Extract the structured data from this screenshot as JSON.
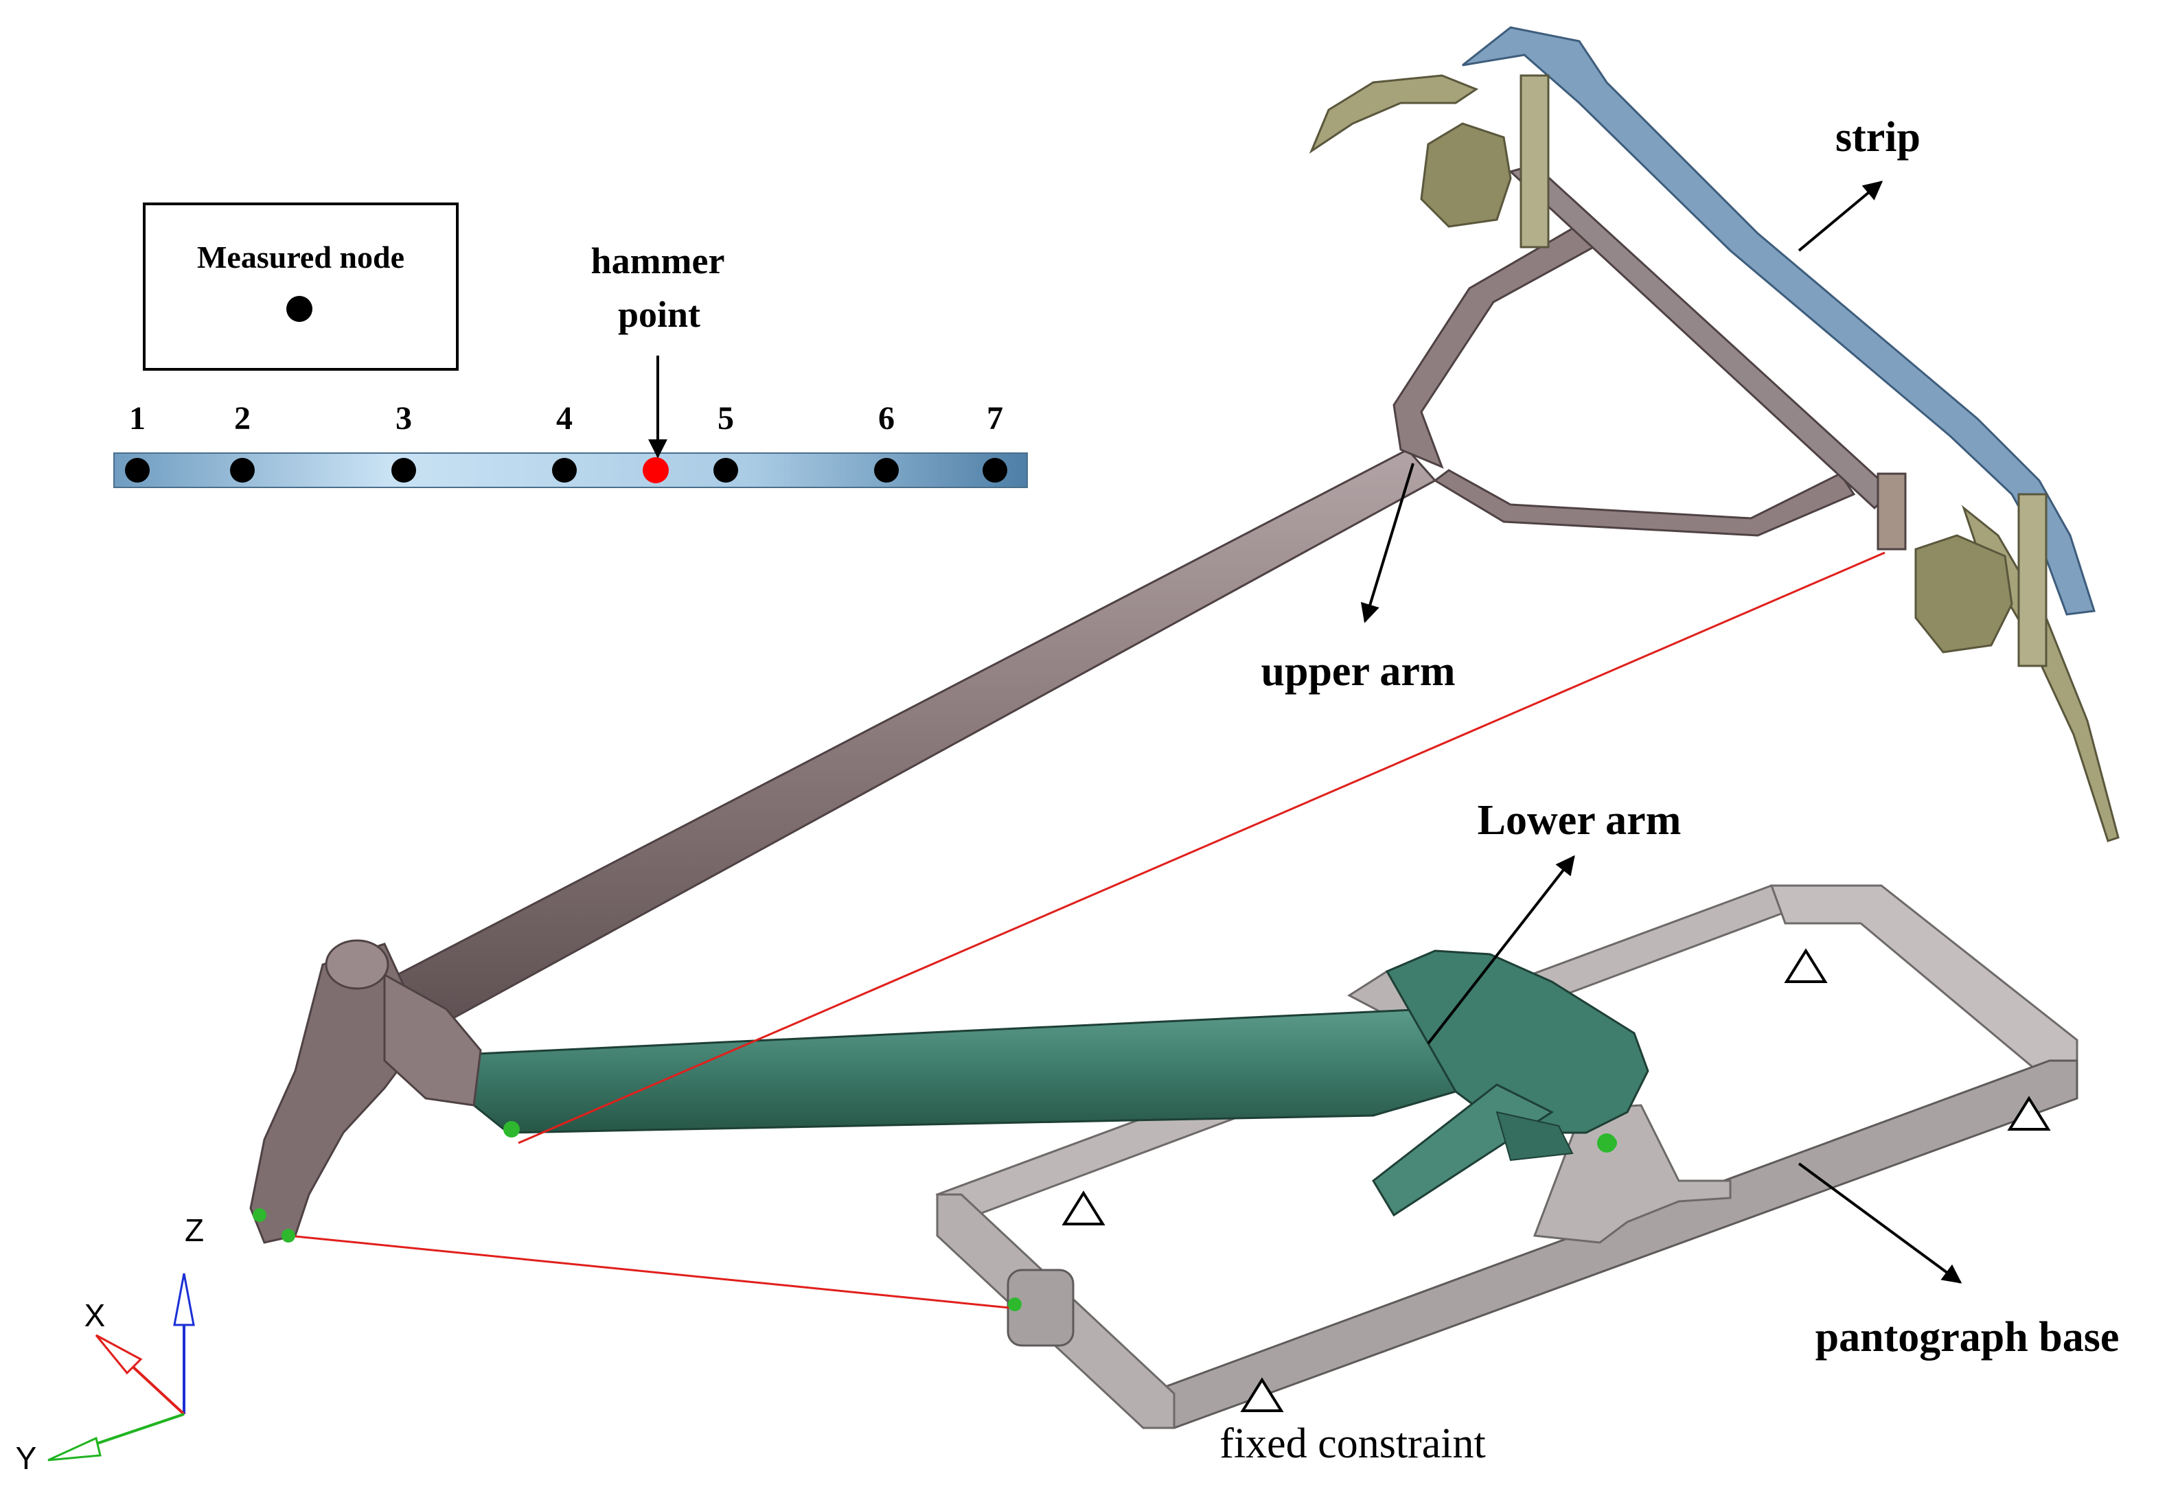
{
  "legend": {
    "title": "Measured node"
  },
  "strip_diagram": {
    "hammer_label_line1": "hammer",
    "hammer_label_line2": "point",
    "nodes": [
      "1",
      "2",
      "3",
      "4",
      "5",
      "6",
      "7"
    ],
    "node_color": "#000000",
    "hammer_color": "#ff0000",
    "strip_color": "#9cc3de"
  },
  "labels": {
    "strip": "strip",
    "upper_arm": "upper arm",
    "lower_arm": "Lower arm",
    "pantograph_base": "pantograph base",
    "fixed_constraint": "fixed constraint"
  },
  "axes": {
    "z": "Z",
    "x": "X",
    "y": "Y"
  },
  "colors": {
    "upper_arm": "#8c7b7c",
    "lower_arm": "#3d7a6a",
    "base": "#a8a3a2",
    "strip": "#7f9fbd",
    "horns": "#a6a27a",
    "link_line": "#e0201c"
  }
}
